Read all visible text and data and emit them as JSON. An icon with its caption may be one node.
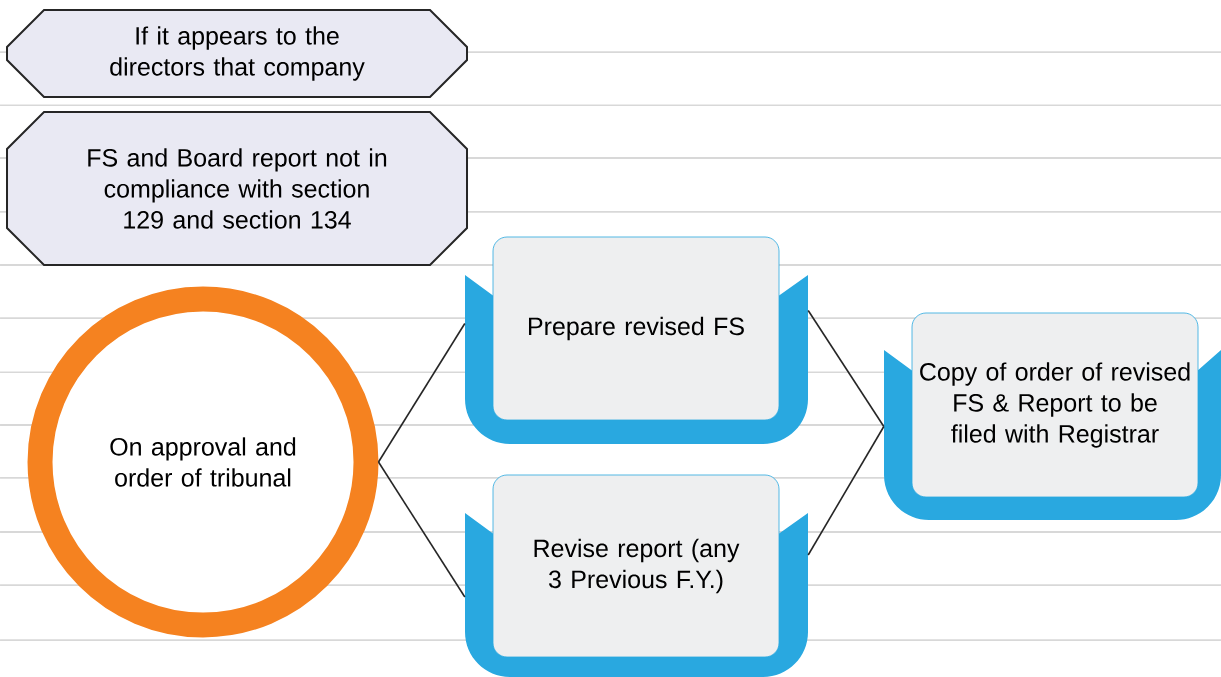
{
  "diagram": {
    "nodes": [
      {
        "text": [
          "If it appears to the directors that company"
        ]
      },
      {
        "text": [
          "FS and Board report not in compliance with section 129 and section 134"
        ]
      },
      {
        "text": [
          "On approval and order of tribunal"
        ]
      },
      {
        "text": [
          "Prepare revised FS"
        ]
      },
      {
        "text": [
          "Revise report (any 3 Previous F.Y.)"
        ]
      },
      {
        "text": [
          "Copy of order of revised FS & Report to be filed with Registrar"
        ]
      }
    ],
    "edges": [
      {
        "from": 2,
        "to": 3,
        "arrow": "none"
      },
      {
        "from": 2,
        "to": 4,
        "arrow": "none"
      },
      {
        "from": 3,
        "to": 5,
        "arrow": "none"
      },
      {
        "from": 4,
        "to": 5,
        "arrow": "none"
      }
    ]
  }
}
